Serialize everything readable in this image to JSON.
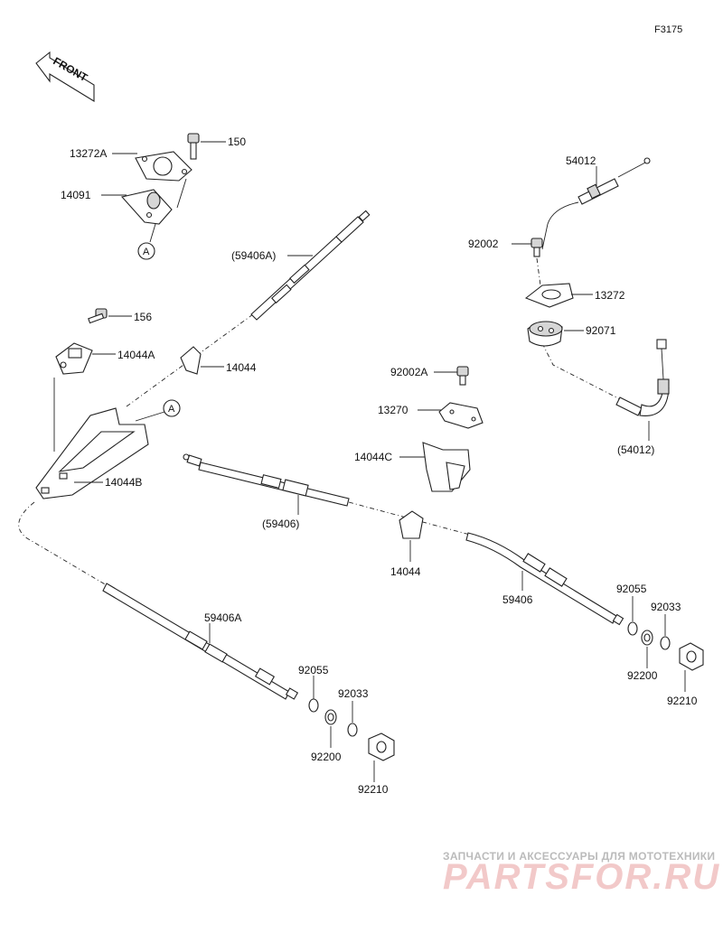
{
  "diagram_code": "F3175",
  "front_label": "FRONT",
  "callout_ref": "A",
  "labels": {
    "p150": "150",
    "p13272A": "13272A",
    "p14091": "14091",
    "p59406A_paren": "(59406A)",
    "p156": "156",
    "p14044A": "14044A",
    "p14044_top": "14044",
    "p14044B": "14044B",
    "p54012": "54012",
    "p92002": "92002",
    "p13272": "13272",
    "p92071": "92071",
    "p54012_paren": "(54012)",
    "p92002A": "92002A",
    "p13270": "13270",
    "p14044C": "14044C",
    "p59406_paren": "(59406)",
    "p14044_mid": "14044",
    "p59406": "59406",
    "p92055_r": "92055",
    "p92033_r": "92033",
    "p92200_r": "92200",
    "p92210_r": "92210",
    "p59406A": "59406A",
    "p92055_l": "92055",
    "p92033_l": "92033",
    "p92200_l": "92200",
    "p92210_l": "92210"
  },
  "watermark": {
    "line1": "ЗАПЧАСТИ И АКСЕССУАРЫ ДЛЯ МОТОТЕХНИКИ",
    "line2": "PARTSFOR.RU"
  }
}
